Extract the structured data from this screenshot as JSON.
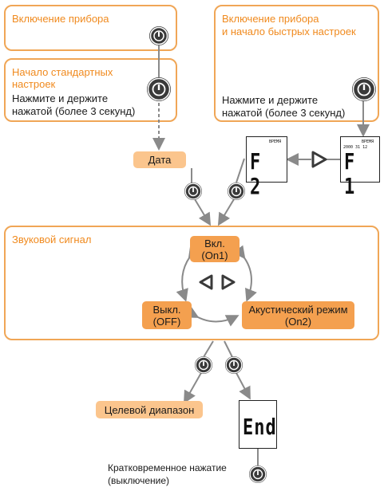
{
  "boxes": {
    "power_on_title": "Включение прибора",
    "standard_setup_title_1": "Начало стандартных",
    "standard_setup_title_2": "настроек",
    "standard_setup_text_1": "Нажмите и держите",
    "standard_setup_text_2": "нажатой (более 3 секунд)",
    "quick_setup_title_1": "Включение прибора",
    "quick_setup_title_2": "и начало быстрых настроек",
    "quick_setup_text_1": "Нажмите и держите",
    "quick_setup_text_2": "нажатой (более 3 секунд)",
    "sound_title": "Звуковой сигнал"
  },
  "labels": {
    "date": "Дата",
    "on_1": "Вкл.",
    "on_2": "(On1)",
    "off_1": "Выкл.",
    "off_2": "(OFF)",
    "acoustic_1": "Акустический режим",
    "acoustic_2": "(On2)",
    "target_range": "Целевой диапазон",
    "short_press_1": "Кратковременное нажатие",
    "short_press_2": "(выключение)"
  },
  "displays": {
    "f1_main": "F 1",
    "f1_date": "2000  31 12",
    "f1_icon": "ВРЕМЯ",
    "f2_main": "F 2",
    "f2_icon": "ВРЕМЯ",
    "end_main": "End"
  },
  "icons": {
    "power_button": "power-icon",
    "arrow_left": "triangle-left-icon",
    "arrow_right": "triangle-right-icon"
  },
  "colors": {
    "box_border": "#f0a656",
    "title_orange": "#f08a1e",
    "label_soft": "#fbc58d",
    "label_strong": "#f4a04f"
  }
}
